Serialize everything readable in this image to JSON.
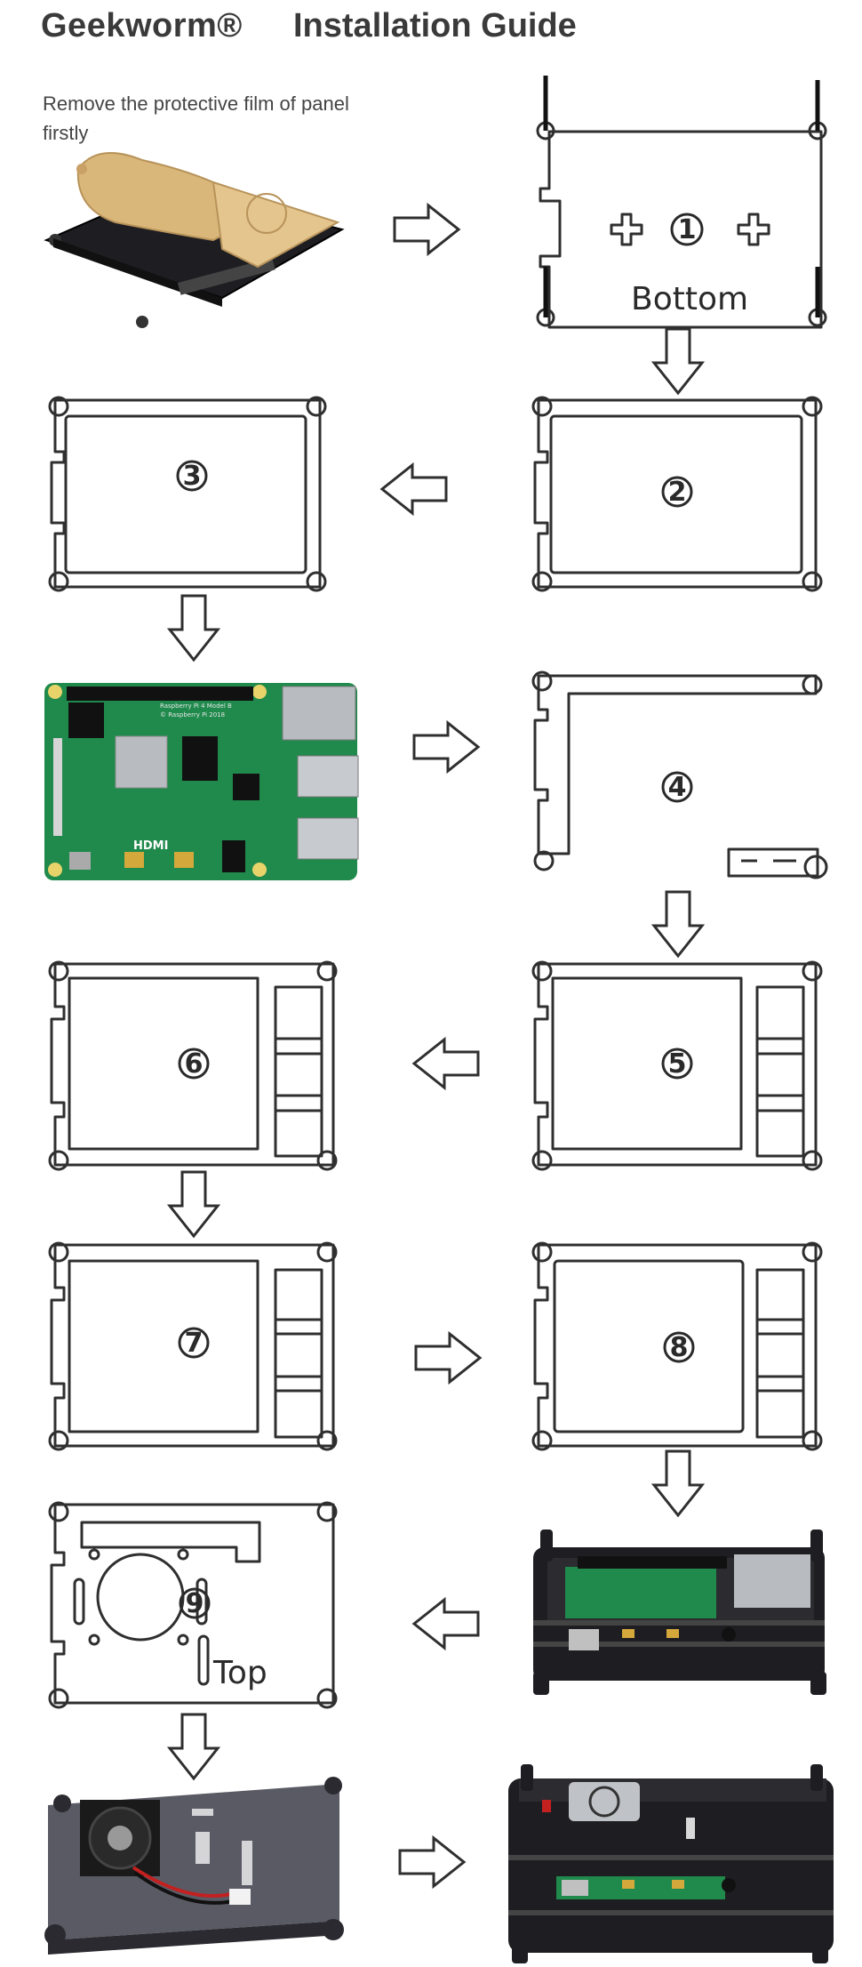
{
  "header": {
    "brand": "Geekworm®",
    "title": "Installation Guide"
  },
  "intro_text": "Remove the protective film of panel firstly",
  "steps": [
    {
      "id": "1",
      "label": "Bottom"
    },
    {
      "id": "2",
      "label": ""
    },
    {
      "id": "3",
      "label": ""
    },
    {
      "id": "4",
      "label": ""
    },
    {
      "id": "5",
      "label": ""
    },
    {
      "id": "6",
      "label": ""
    },
    {
      "id": "7",
      "label": ""
    },
    {
      "id": "8",
      "label": ""
    },
    {
      "id": "9",
      "label": "Top"
    }
  ],
  "board": {
    "silkscreen_1": "Raspberry Pi 4 Model B",
    "silkscreen_2": "© Raspberry Pi 2018",
    "hdmi_label": "HDMI"
  },
  "colors": {
    "pcb_green": "#1f8a4c",
    "acrylic_black": "#1e1e22",
    "film_tan": "#d9b77a",
    "line": "#2f2f2f"
  }
}
